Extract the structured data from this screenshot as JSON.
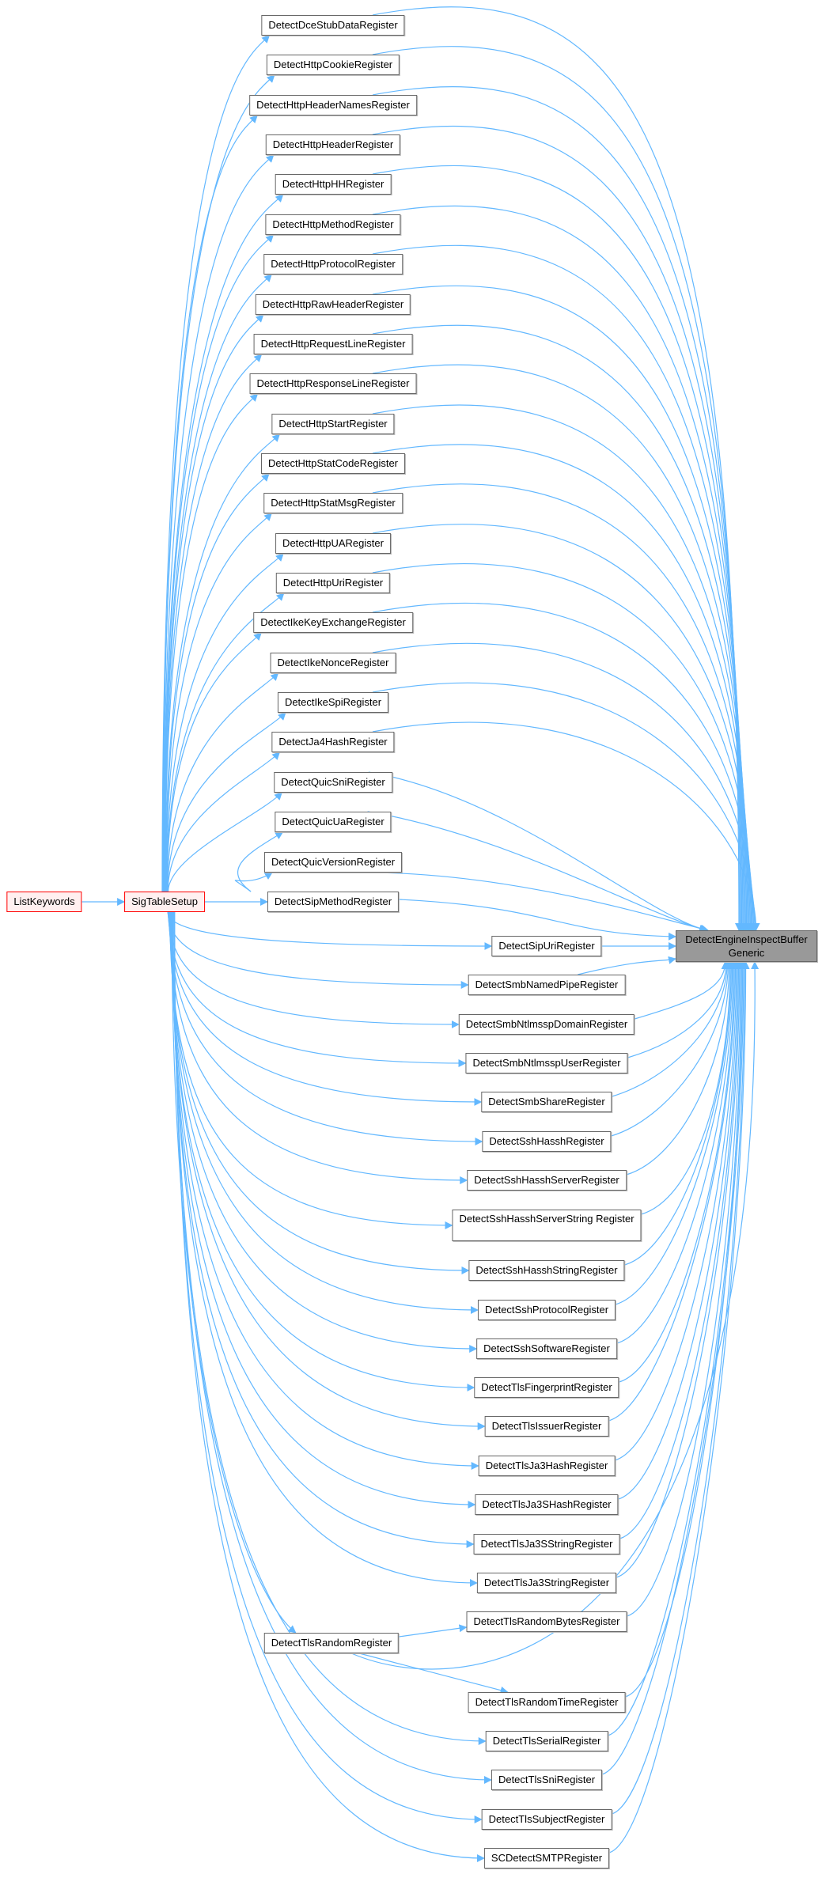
{
  "graph": {
    "edge_color": "#63b8ff",
    "target": {
      "label_line1": "DetectEngineInspectBuffer",
      "label_line2": "Generic"
    },
    "caller": "ListKeywords",
    "setup": "SigTableSetup",
    "left_nodes": [
      "DetectDceStubDataRegister",
      "DetectHttpCookieRegister",
      "DetectHttpHeaderNamesRegister",
      "DetectHttpHeaderRegister",
      "DetectHttpHHRegister",
      "DetectHttpMethodRegister",
      "DetectHttpProtocolRegister",
      "DetectHttpRawHeaderRegister",
      "DetectHttpRequestLineRegister",
      "DetectHttpResponseLineRegister",
      "DetectHttpStartRegister",
      "DetectHttpStatCodeRegister",
      "DetectHttpStatMsgRegister",
      "DetectHttpUARegister",
      "DetectHttpUriRegister",
      "DetectIkeKeyExchangeRegister",
      "DetectIkeNonceRegister",
      "DetectIkeSpiRegister",
      "DetectJa4HashRegister",
      "DetectQuicSniRegister",
      "DetectQuicUaRegister",
      "DetectQuicVersionRegister",
      "DetectSipMethodRegister"
    ],
    "right_nodes": [
      "DetectSipUriRegister",
      "DetectSmbNamedPipeRegister",
      "DetectSmbNtlmsspDomainRegister",
      "DetectSmbNtlmsspUserRegister",
      "DetectSmbShareRegister",
      "DetectSshHasshRegister",
      "DetectSshHasshServerRegister",
      "DetectSshHasshServerString Register",
      "DetectSshHasshStringRegister",
      "DetectSshProtocolRegister",
      "DetectSshSoftwareRegister",
      "DetectTlsFingerprintRegister",
      "DetectTlsIssuerRegister",
      "DetectTlsJa3HashRegister",
      "DetectTlsJa3SHashRegister",
      "DetectTlsJa3SStringRegister",
      "DetectTlsJa3StringRegister",
      "DetectTlsRandomBytesRegister",
      "DetectTlsRandomTimeRegister",
      "DetectTlsSerialRegister",
      "DetectTlsSniRegister",
      "DetectTlsSubjectRegister",
      "SCDetectSMTPRegister"
    ],
    "random_node": "DetectTlsRandomRegister"
  }
}
